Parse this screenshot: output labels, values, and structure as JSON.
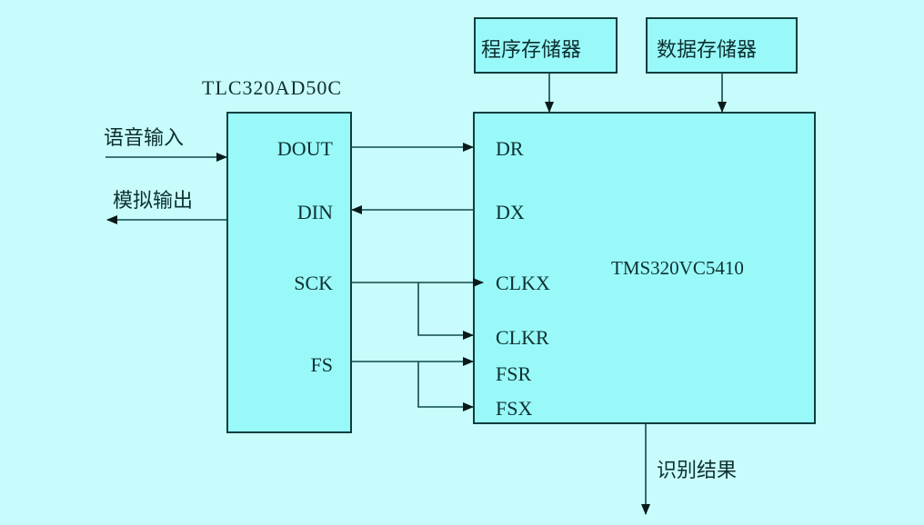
{
  "diagram": {
    "codec": {
      "name": "TLC320AD50C",
      "pins": [
        "DOUT",
        "DIN",
        "SCK",
        "FS"
      ]
    },
    "dsp": {
      "name": "TMS320VC5410",
      "pins": [
        "DR",
        "DX",
        "CLKX",
        "CLKR",
        "FSR",
        "FSX"
      ]
    },
    "program_memory": "程序存储器",
    "data_memory": "数据存储器",
    "voice_input": "语音输入",
    "analog_output": "模拟输出",
    "recognition_result": "识别结果",
    "colors": {
      "background": "#c8fcfc",
      "box_fill": "#99f9f9",
      "line": "#0d4a4a"
    }
  }
}
